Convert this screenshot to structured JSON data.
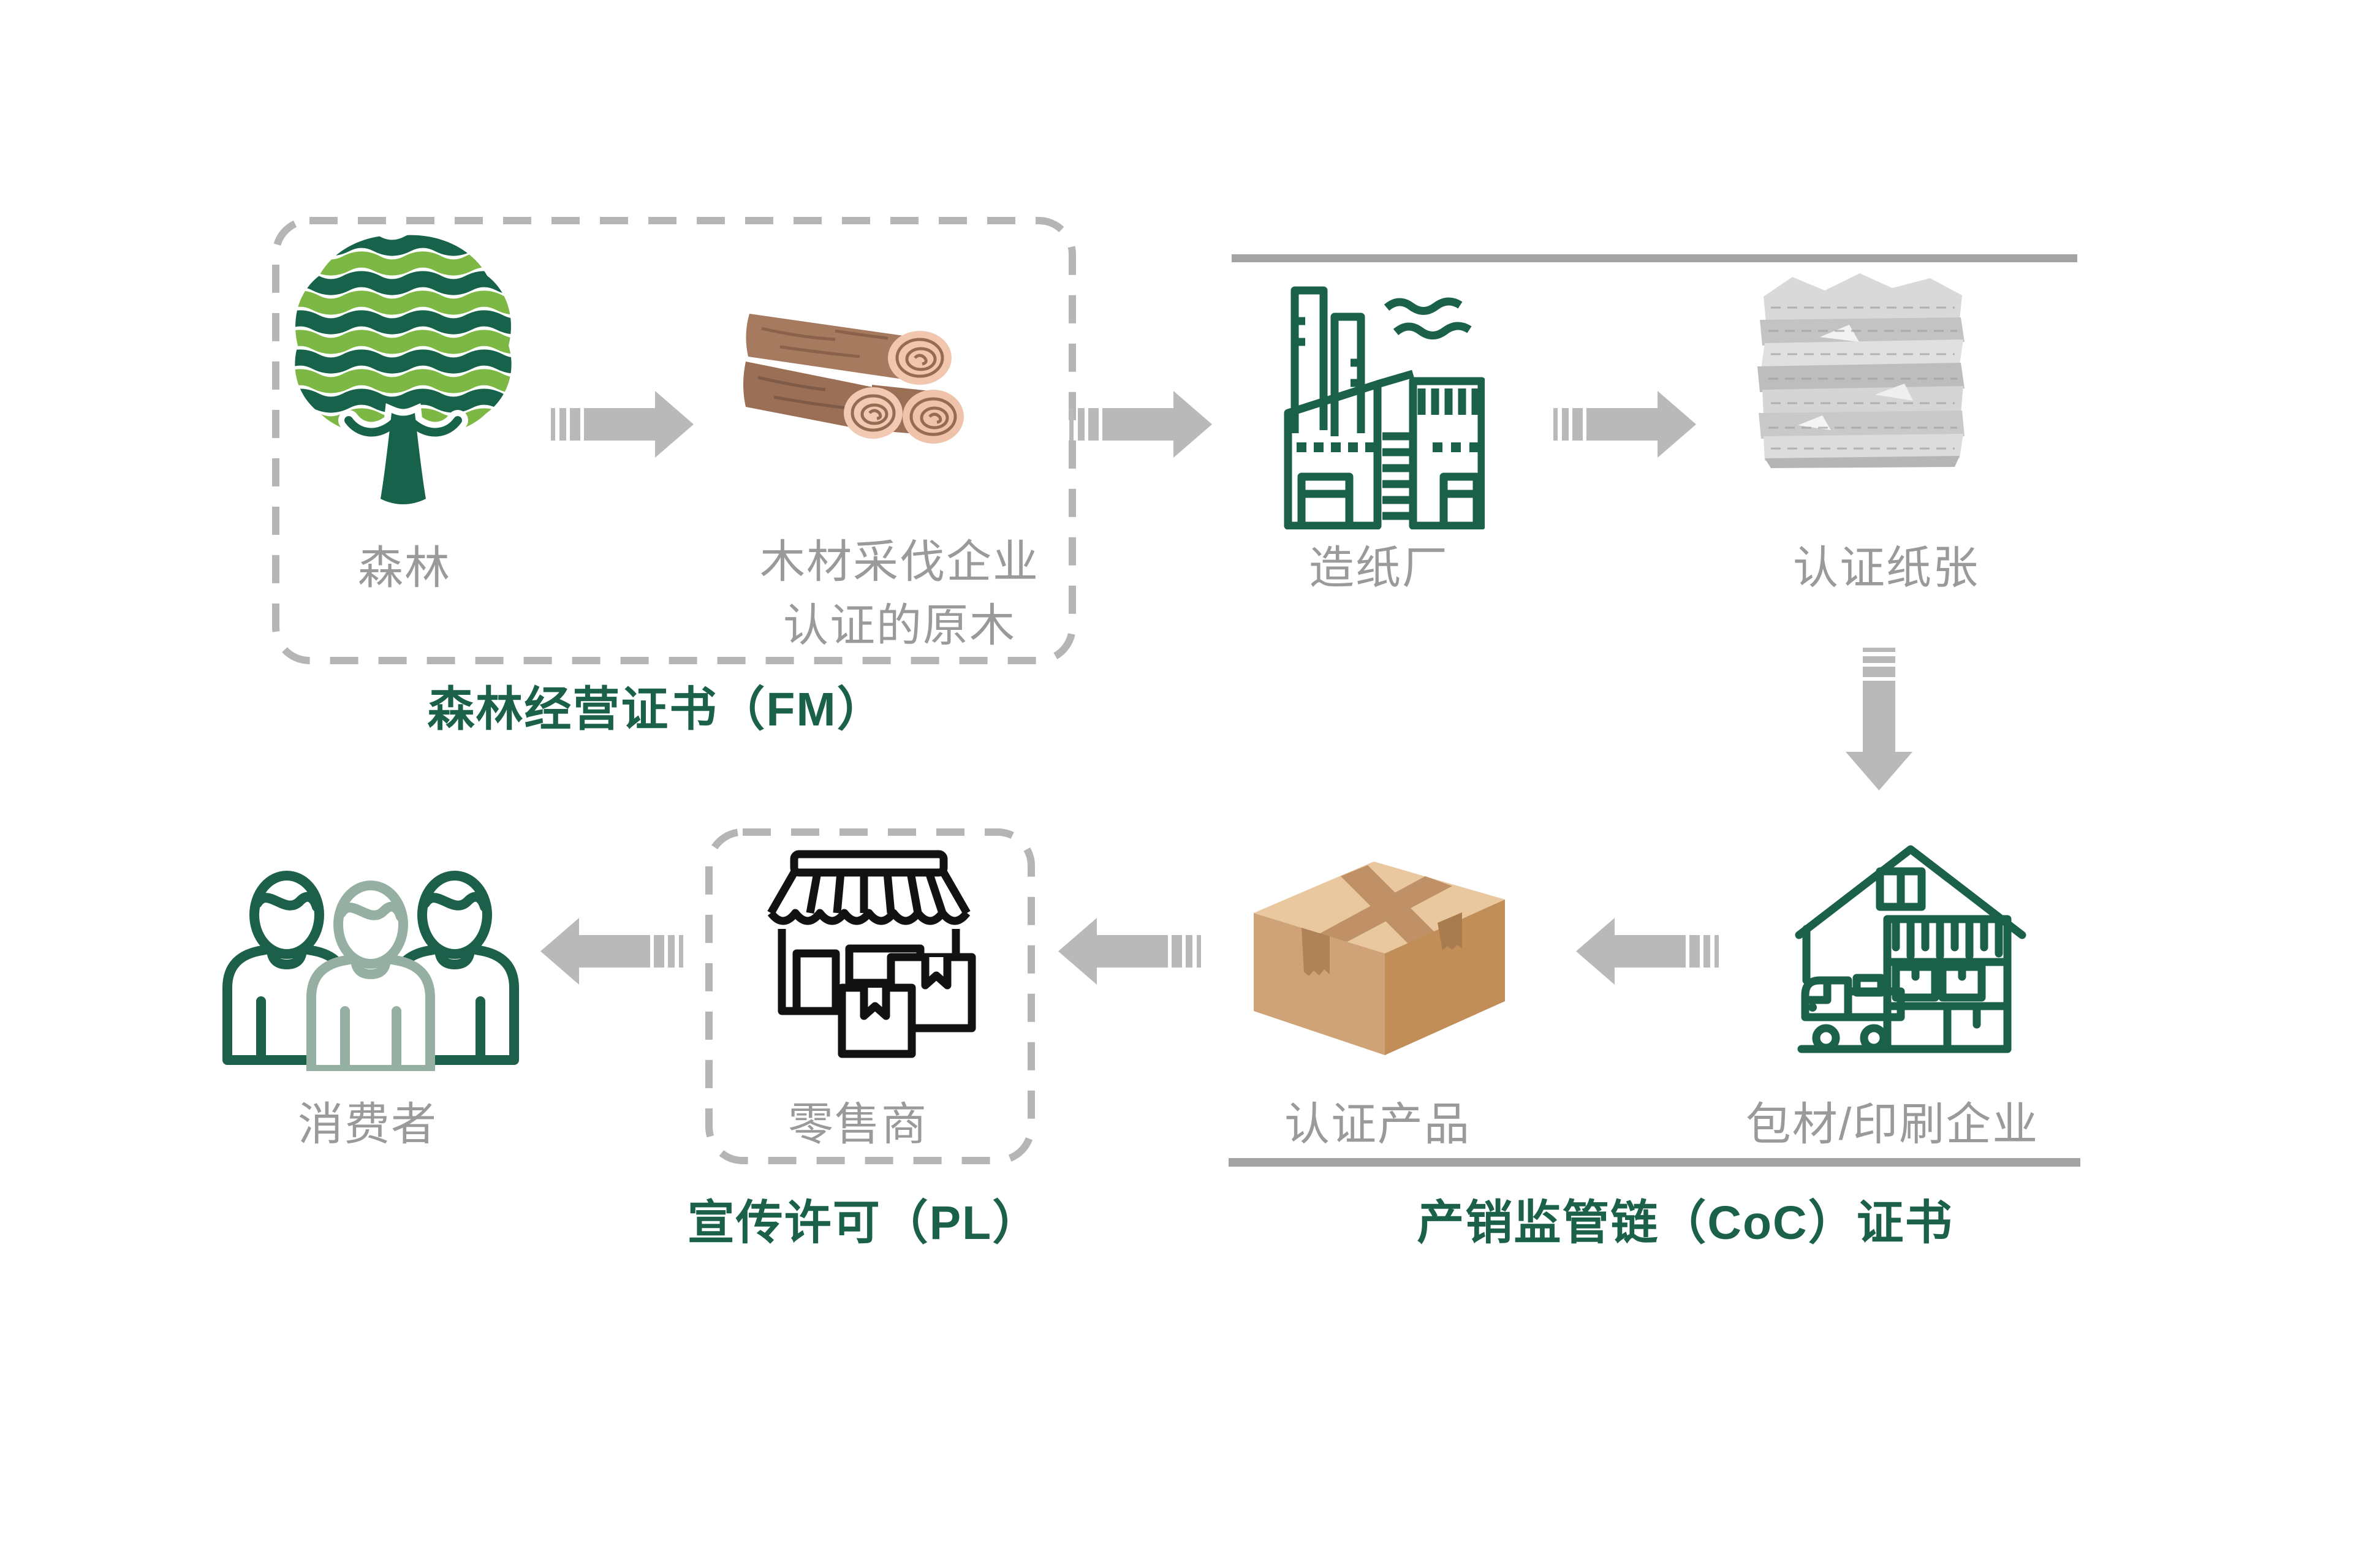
{
  "diagram": {
    "stage_fm": {
      "certificate_label": "森林经营证书（FM）",
      "forest": {
        "label": "森林"
      },
      "logs": {
        "label_line1": "木材采伐企业",
        "label_line2": "认证的原木"
      }
    },
    "chain": {
      "paper_mill": {
        "label": "造纸厂"
      },
      "certified_paper": {
        "label": "认证纸张"
      },
      "packaging_printing": {
        "label": "包材/印刷企业"
      },
      "certified_product": {
        "label": "认证产品"
      },
      "certificate_label": "产销监管链（CoC）证书"
    },
    "retail": {
      "retailer": {
        "label": "零售商"
      },
      "certificate_label": "宣传许可（PL）"
    },
    "consumers": {
      "label": "消费者"
    },
    "icons": [
      "tree-icon",
      "logs-icon",
      "factory-icon",
      "paper-stack-icon",
      "down-arrow-icon",
      "warehouse-truck-icon",
      "carton-box-icon",
      "storefront-icon",
      "consumers-icon",
      "flow-arrow-icon"
    ],
    "colors": {
      "brand_green": "#1B6149",
      "leaf_light_green": "#7CB843",
      "leaf_dark_green": "#17624A",
      "sage_green": "#95B0A3",
      "label_gray": "#9A9A9A",
      "arrow_gray": "#B9B9B9",
      "line_gray": "#A3A3A3",
      "dash_gray": "#B5B5B5",
      "store_black": "#121212",
      "log_brown": "#A67A5E",
      "log_cut_pink": "#F1C6AE",
      "carton_top": "#E9C8A0",
      "carton_front": "#D0A277",
      "carton_side": "#C28E58"
    }
  }
}
